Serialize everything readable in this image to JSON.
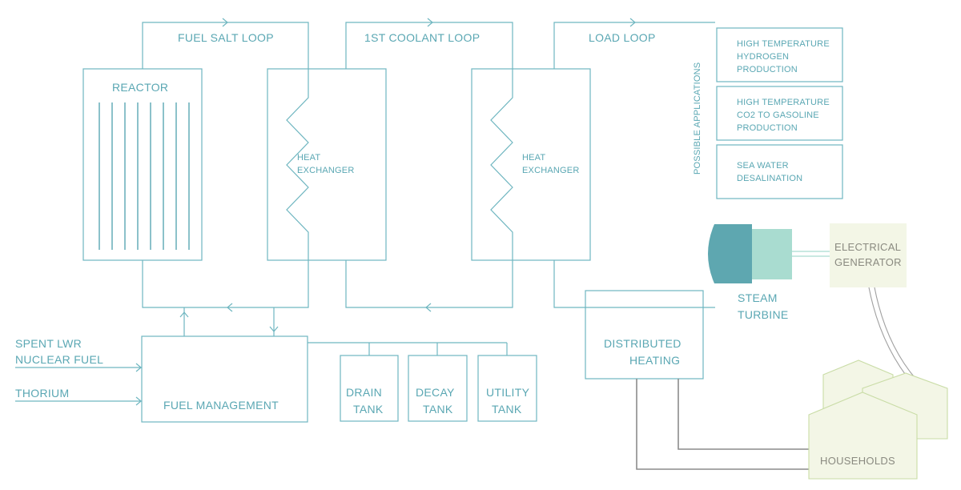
{
  "loops": {
    "fuel_salt": "FUEL SALT LOOP",
    "coolant": "1ST COOLANT LOOP",
    "load": "LOAD LOOP"
  },
  "reactor": {
    "label": "REACTOR"
  },
  "heat_exchanger_1": {
    "line1": "HEAT",
    "line2": "EXCHANGER"
  },
  "heat_exchanger_2": {
    "line1": "HEAT",
    "line2": "EXCHANGER"
  },
  "possible_applications": {
    "label": "POSSIBLE APPLICATIONS",
    "items": [
      {
        "lines": [
          "HIGH TEMPERATURE",
          "HYDROGEN",
          "PRODUCTION"
        ]
      },
      {
        "lines": [
          "HIGH TEMPERATURE",
          "CO2 TO GASOLINE",
          "PRODUCTION"
        ]
      },
      {
        "lines": [
          "SEA WATER",
          "DESALINATION"
        ]
      }
    ]
  },
  "steam_turbine": {
    "line1": "STEAM",
    "line2": "TURBINE"
  },
  "generator": {
    "line1": "ELECTRICAL",
    "line2": "GENERATOR"
  },
  "distributed_heating": {
    "line1": "DISTRIBUTED",
    "line2": "HEATING"
  },
  "households": {
    "label": "HOUSEHOLDS"
  },
  "fuel_management": {
    "label": "FUEL MANAGEMENT"
  },
  "inputs": {
    "spent_fuel_line1": "SPENT LWR",
    "spent_fuel_line2": "NUCLEAR FUEL",
    "thorium": "THORIUM"
  },
  "tanks": [
    {
      "line1": "DRAIN",
      "line2": "TANK"
    },
    {
      "line1": "DECAY",
      "line2": "TANK"
    },
    {
      "line1": "UTILITY",
      "line2": "TANK"
    }
  ],
  "colors": {
    "line": "#6fb6c0",
    "text": "#5aa7b3",
    "turbine_dark": "#5ea7b0",
    "turbine_light": "#a9dcd0",
    "generator_fill": "#f3f6e6",
    "household_stroke": "#c9dca6",
    "wire": "#8c8c8c"
  }
}
